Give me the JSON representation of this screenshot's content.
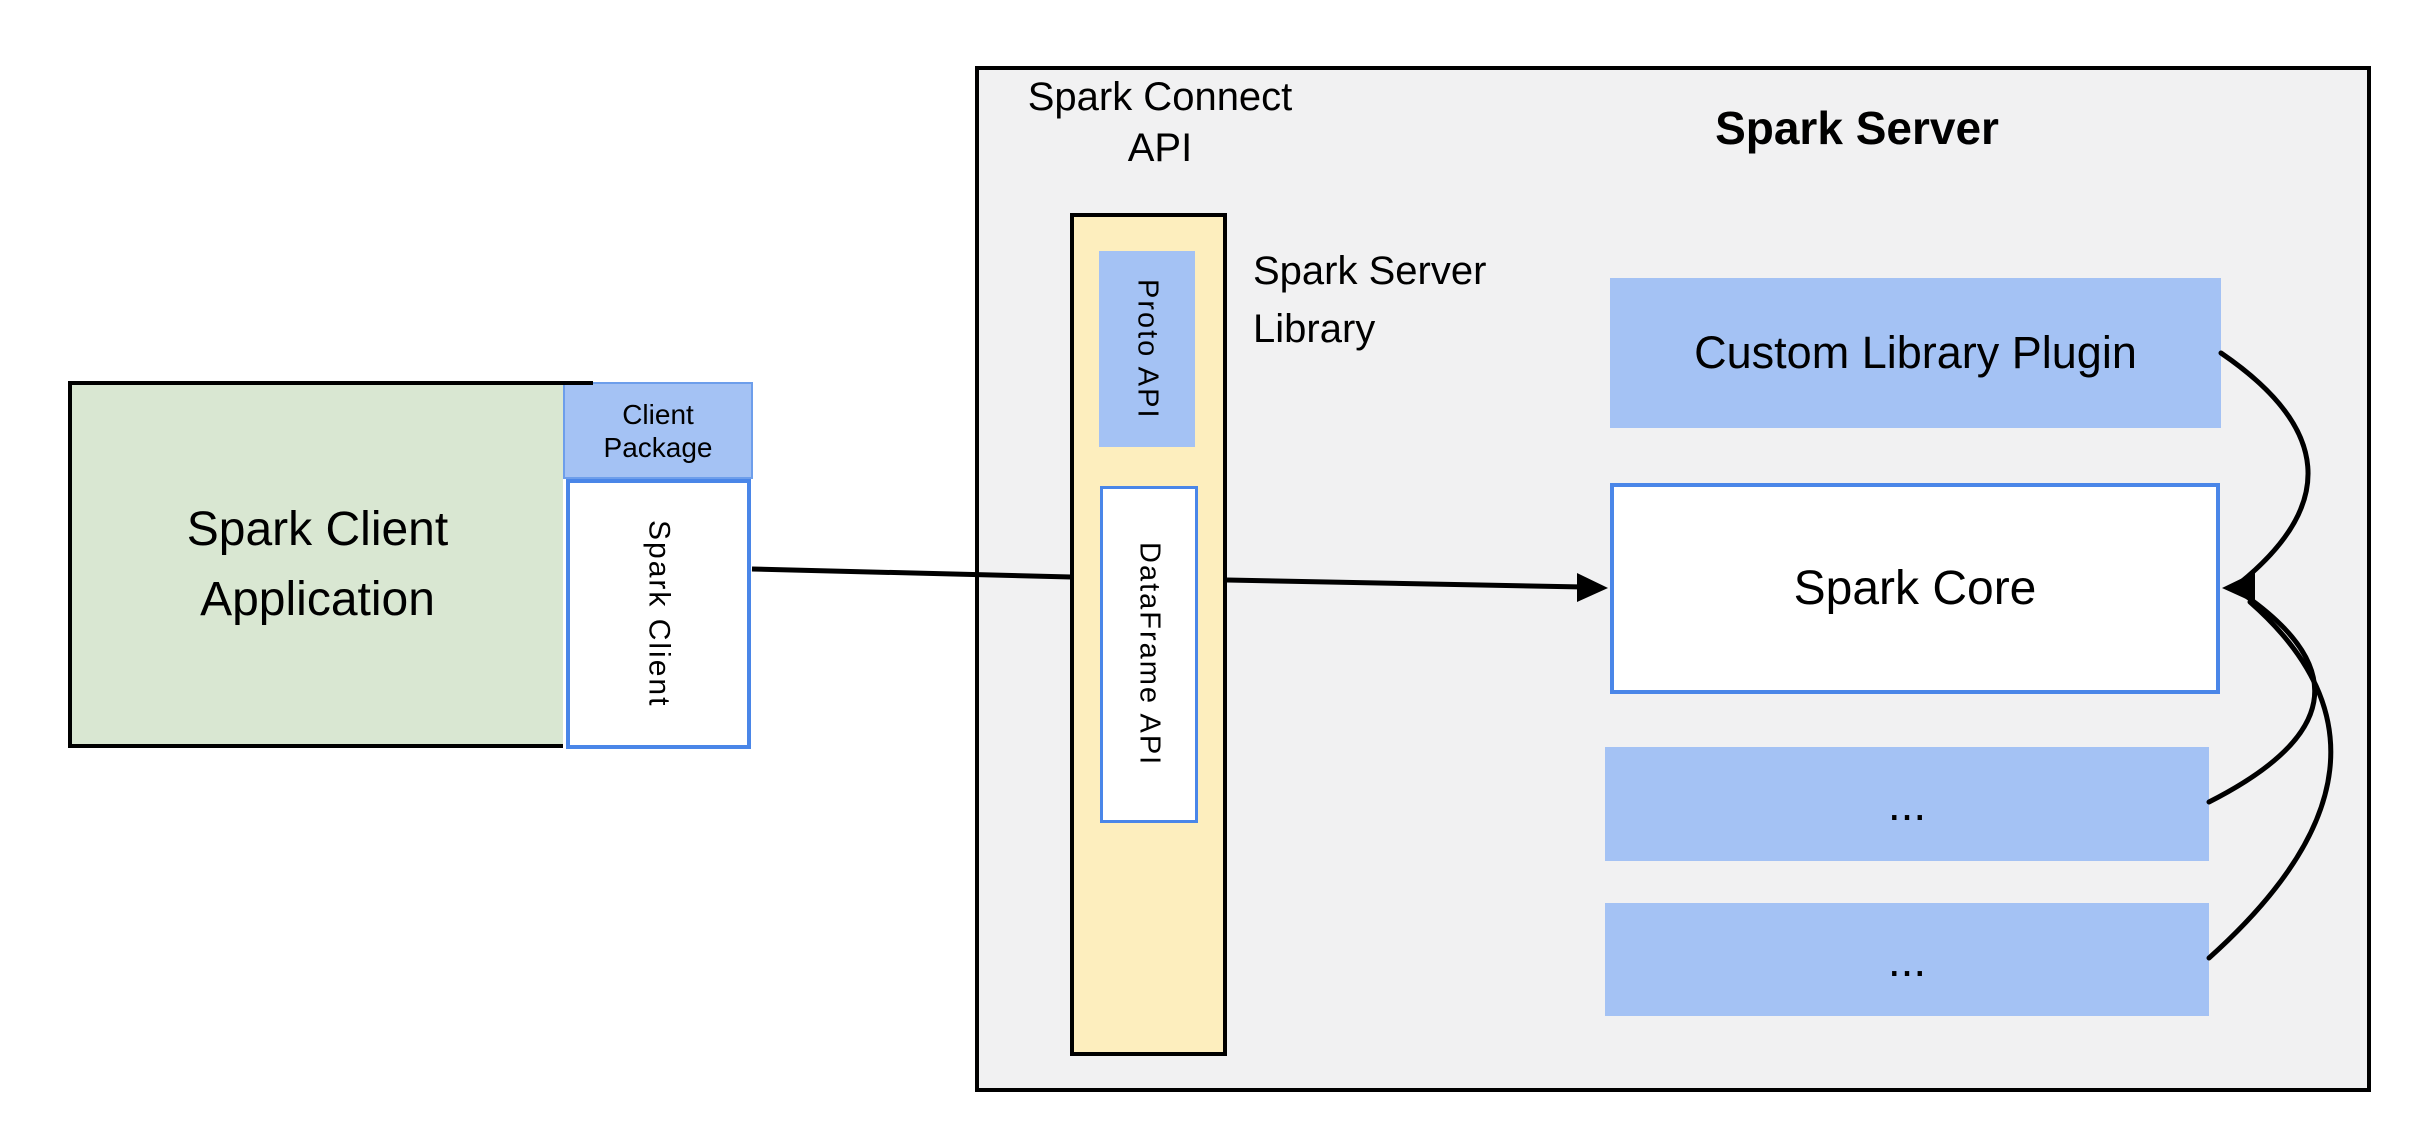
{
  "colors": {
    "green_fill": "#d9e7d2",
    "blue_fill": "#a4c2f4",
    "blue_border": "#4a86e8",
    "package_border": "#6d9eeb",
    "cream_fill": "#fdeebe",
    "panel_fill": "#f1f1f2",
    "line_color": "#000000"
  },
  "client_app": {
    "line1": "Spark Client",
    "line2": "Application"
  },
  "client_package": {
    "line1": "Client",
    "line2": "Package"
  },
  "spark_client": {
    "label": "Spark Client"
  },
  "connect_api": {
    "title_line1": "Spark Connect",
    "title_line2": "API"
  },
  "server_library": {
    "proto_api": "Proto API",
    "dataframe_api": "DataFrame API",
    "label_line1": "Spark Server",
    "label_line2": "Library"
  },
  "server": {
    "title": "Spark Server",
    "custom_plugin": "Custom Library Plugin",
    "core": "Spark Core",
    "more1": "...",
    "more2": "..."
  }
}
